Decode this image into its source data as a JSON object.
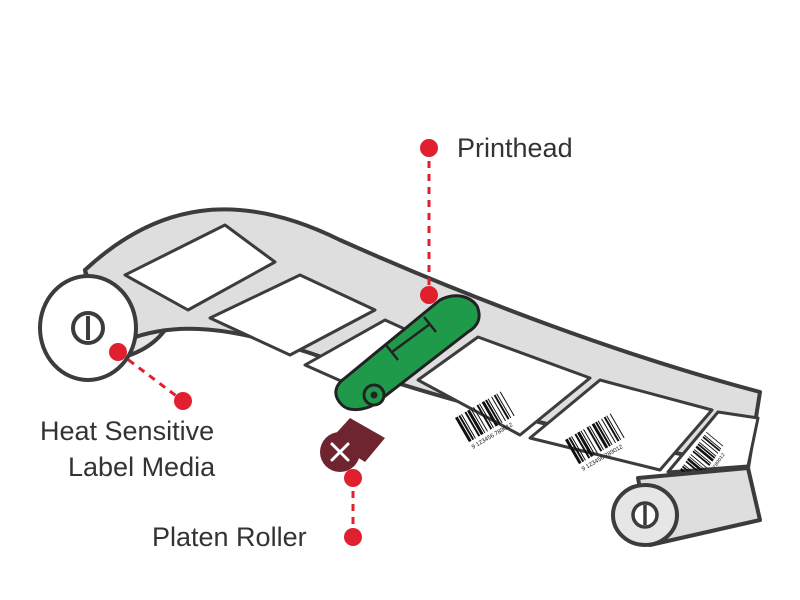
{
  "labels": {
    "printhead": "Printhead",
    "media_line1": "Heat Sensitive",
    "media_line2": "Label Media",
    "platen": "Platen Roller"
  },
  "colors": {
    "callout": "#e0202e",
    "printhead": "#1f9a4a",
    "platen": "#6e2530",
    "outline": "#3c3c3c",
    "web": "#dedede",
    "label": "#ffffff",
    "roll": "#e6e6e6"
  },
  "icons": {
    "left_roll_hub": "slot-screw-icon",
    "right_roll_hub": "slot-screw-icon",
    "platen_hub": "x-mark-icon"
  },
  "barcode_digits": "9 123456 789012"
}
